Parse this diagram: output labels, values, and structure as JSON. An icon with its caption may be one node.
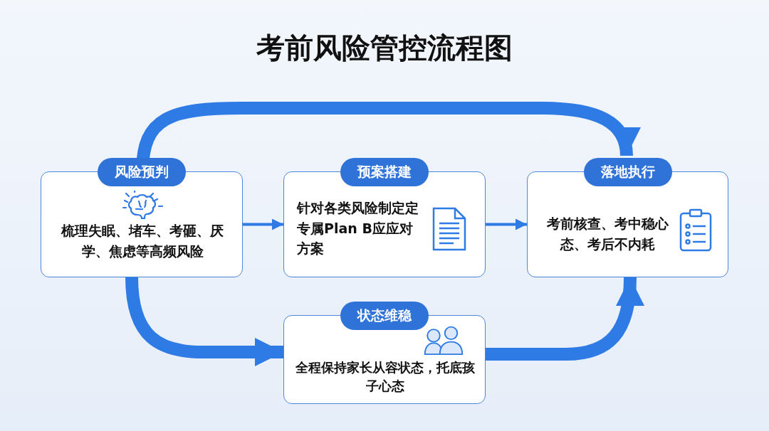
{
  "diagram": {
    "title": "考前风险管控流程图",
    "nodes": [
      {
        "text": [
          "风险预判",
          "梳理失眠、堵车、考砸、厌学、焦虑等高频风险"
        ]
      },
      {
        "text": [
          "预案搭建",
          "针对各类风险制定定专属Plan B应应对方案"
        ]
      },
      {
        "text": [
          "落地执行",
          "考前核查、考中稳心态、考后不内耗"
        ]
      },
      {
        "text": [
          "状态维稳",
          "全程保持家长从容状态，托底孩子心态"
        ]
      }
    ],
    "edges": [
      {
        "from": 0,
        "to": 1,
        "arrow": "to"
      },
      {
        "from": 1,
        "to": 2,
        "arrow": "to"
      },
      {
        "from": 0,
        "to": 2,
        "arrow": "to"
      },
      {
        "from": 0,
        "to": 3,
        "arrow": "to"
      },
      {
        "from": 3,
        "to": 2,
        "arrow": "to"
      }
    ]
  }
}
